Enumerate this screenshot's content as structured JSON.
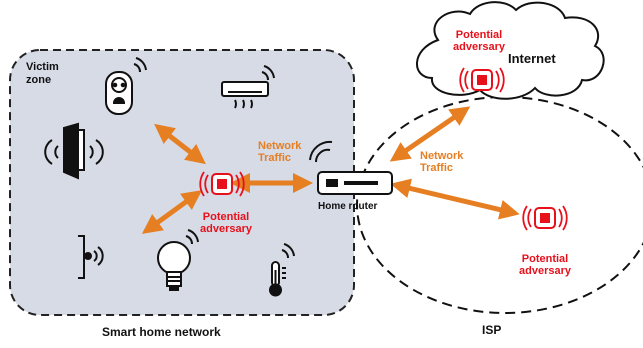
{
  "zones": {
    "victim_zone": [
      "Victim",
      "zone"
    ],
    "smart_home_network": "Smart home network",
    "isp": "ISP"
  },
  "nodes": {
    "home_router": "Home router",
    "internet": "Internet"
  },
  "adversary_label": [
    "Potential",
    "adversary"
  ],
  "network_traffic_label": [
    "Network",
    "Traffic"
  ],
  "colors": {
    "adversary_red": "#e8101a",
    "traffic_orange": "#e67e22",
    "victim_zone_fill": "#d6dbe6"
  },
  "icons": [
    "smart-plug-icon",
    "air-conditioner-icon",
    "smart-lock-icon",
    "doorbell-icon",
    "smart-bulb-icon",
    "thermometer-icon",
    "router-icon",
    "cloud-icon",
    "adversary-icon"
  ]
}
